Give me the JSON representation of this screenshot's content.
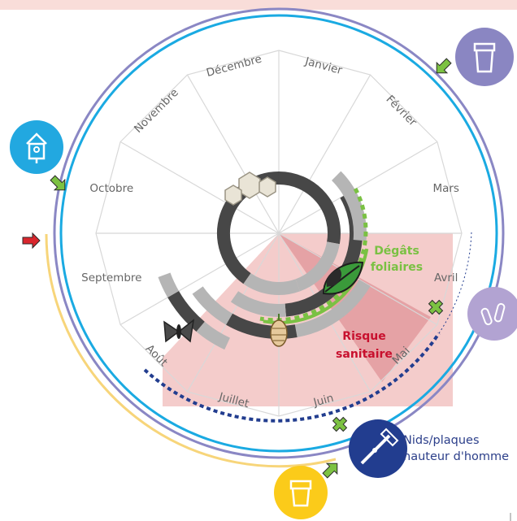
{
  "months": [
    "Janvier",
    "Février",
    "Mars",
    "Avril",
    "Mai",
    "Juin",
    "Juillet",
    "Août",
    "Septembre",
    "Octobre",
    "Novembre",
    "Décembre"
  ],
  "labels": {
    "degats_line1": "Dégâts",
    "degats_line2": "foliaires",
    "risque_line1": "Risque",
    "risque_line2": "sanitaire",
    "nids_line1": "Nids/plaques",
    "nids_line2": "hauteur d'homme"
  },
  "colors": {
    "header_band": "#f9ddd9",
    "ring_outer": "#8a87c4",
    "ring_inner": "#1aaae2",
    "risk_light": "#f4cccb",
    "risk_dark": "#e5a2a5",
    "stage_dark": "#474747",
    "stage_light": "#b5b5b5",
    "damage_green": "#7ac143",
    "risk_red": "#c8102e",
    "nest_blue": "#223d8f",
    "trap_yellow": "#fbcb1a",
    "bird_blue": "#22a8e0",
    "purple_badge": "#8a86c2",
    "lilac_badge": "#b2a3d2",
    "arrow_green": "#7cc242",
    "arrow_red": "#d9262d",
    "yellow_arc": "#f7d57a"
  },
  "icons": [
    "birdhouse-icon",
    "trap-box-icon",
    "bacteria-icon",
    "pole-tool-icon",
    "bucket-trap-icon",
    "nest-icon",
    "caterpillar-icon",
    "chrysalis-icon",
    "moth-icon"
  ]
}
